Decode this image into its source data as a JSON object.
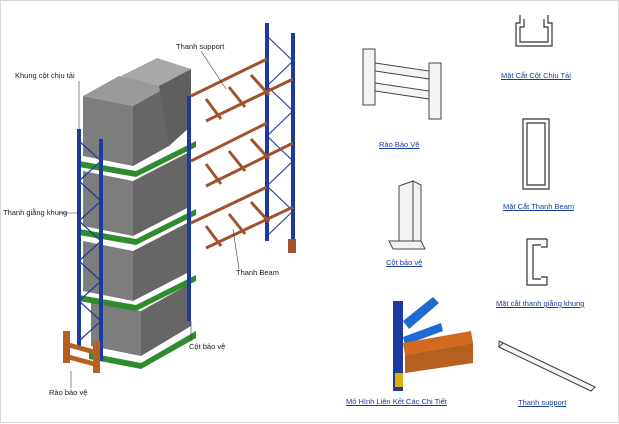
{
  "left_labels": {
    "thanh_support": "Thanh support",
    "khung_cot": "Khung cột chịu tải",
    "thanh_giang": "Thanh giằng khung",
    "thanh_beam": "Thanh Beam",
    "cot_bao_ve": "Cột bảo vệ",
    "rao_bao_ve": "Rào bảo vệ"
  },
  "detail_links": {
    "mat_cat_cot": "Mặt Cắt Cột Chịu Tải",
    "rao_bao_ve": "Rào Bảo Vệ",
    "mat_cat_beam": "Mặt Cắt Thanh Beam",
    "cot_bao_ve": "Cột bảo vệ",
    "mat_cat_giang": "Mặt cắt thanh giằng khung",
    "mo_hinh": "Mô Hình Liên Kết Các Chi Tiết",
    "thanh_support": "Thanh support"
  },
  "colors": {
    "upright": "#1e3a9e",
    "beam": "#a0522d",
    "pallet": "#2e8b2e",
    "box": "#7a7a7a",
    "guard": "#b5601f"
  }
}
